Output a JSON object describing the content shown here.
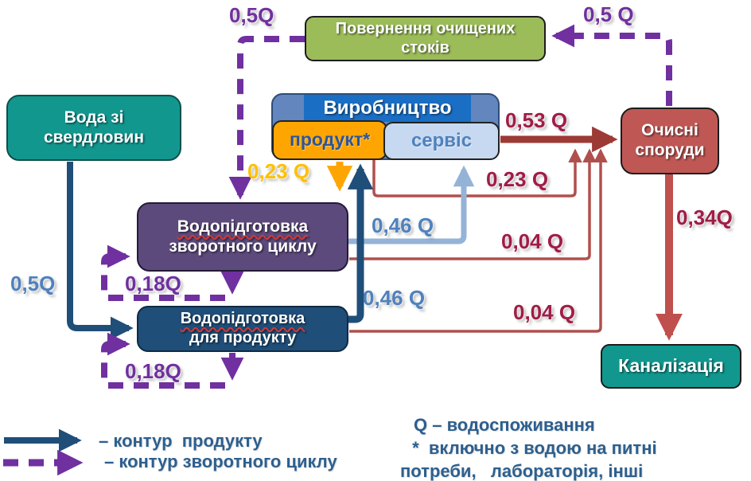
{
  "boxes": {
    "wells": {
      "line1": "Вода зі",
      "line2": "свердловин"
    },
    "treated_return": {
      "line1": "Повернення очищених",
      "line2": "стоків"
    },
    "production": {
      "label": "Виробництво"
    },
    "product": {
      "label": "продукт*"
    },
    "service": {
      "label": "сервіс"
    },
    "recycle_prep": {
      "line1": "Водопідготовка",
      "line2": "зворотного циклу"
    },
    "product_prep": {
      "line1": "Водопідготовка",
      "line2": "для продукту"
    },
    "treatment": {
      "line1": "Очисні",
      "line2": "споруди"
    },
    "sewer": {
      "label": "Каналізація"
    }
  },
  "flow_labels": {
    "treated_return_to_recycle_prep": "0,5Q",
    "treatment_to_treated_return": "0,5 Q",
    "wells_to_product_prep": "0,5Q",
    "product_to_recycle_prep": "0,23 Q",
    "service_to_treatment": "0,53 Q",
    "product_to_treatment": "0,23 Q",
    "recycle_prep_to_service": "0,46 Q",
    "recycle_prep_to_treatment": "0,04 Q",
    "product_prep_to_product": "0,46 Q",
    "product_prep_to_treatment": "0,04 Q",
    "treatment_to_sewer": "0,34Q",
    "recycle_prep_loop": "0,18Q",
    "product_prep_loop": "0,18Q"
  },
  "legend": {
    "solid_label": "– контур  продукту",
    "dashed_label": "– контур зворотного циклу"
  },
  "notes": {
    "line1": "Q – водоспоживання",
    "line2": " *  включно з водою на питні",
    "line3": "потреби,   лабораторія, інші"
  },
  "colors": {
    "teal_box": "#12978f",
    "green_box": "#9cbc59",
    "production_outer": "#6286bd",
    "production_inner": "#1a6fc4",
    "orange_box": "#ffa502",
    "service_box": "#c6d9f0",
    "purple_box": "#5d4a7c",
    "navy_box": "#1f4e79",
    "brick_box": "#bf5855",
    "flow_purple": "#7030a0",
    "flow_navy": "#1f4e79",
    "flow_light_blue": "#95b3d7",
    "flow_red_thin": "#b0504d",
    "flow_red_thick": "#9c3a36",
    "flow_brick": "#c0504d",
    "label_crimson": "#a11c47",
    "label_gold": "#ffc000",
    "label_steel_blue": "#4f81bd",
    "legend_text": "#2d5f8e"
  }
}
